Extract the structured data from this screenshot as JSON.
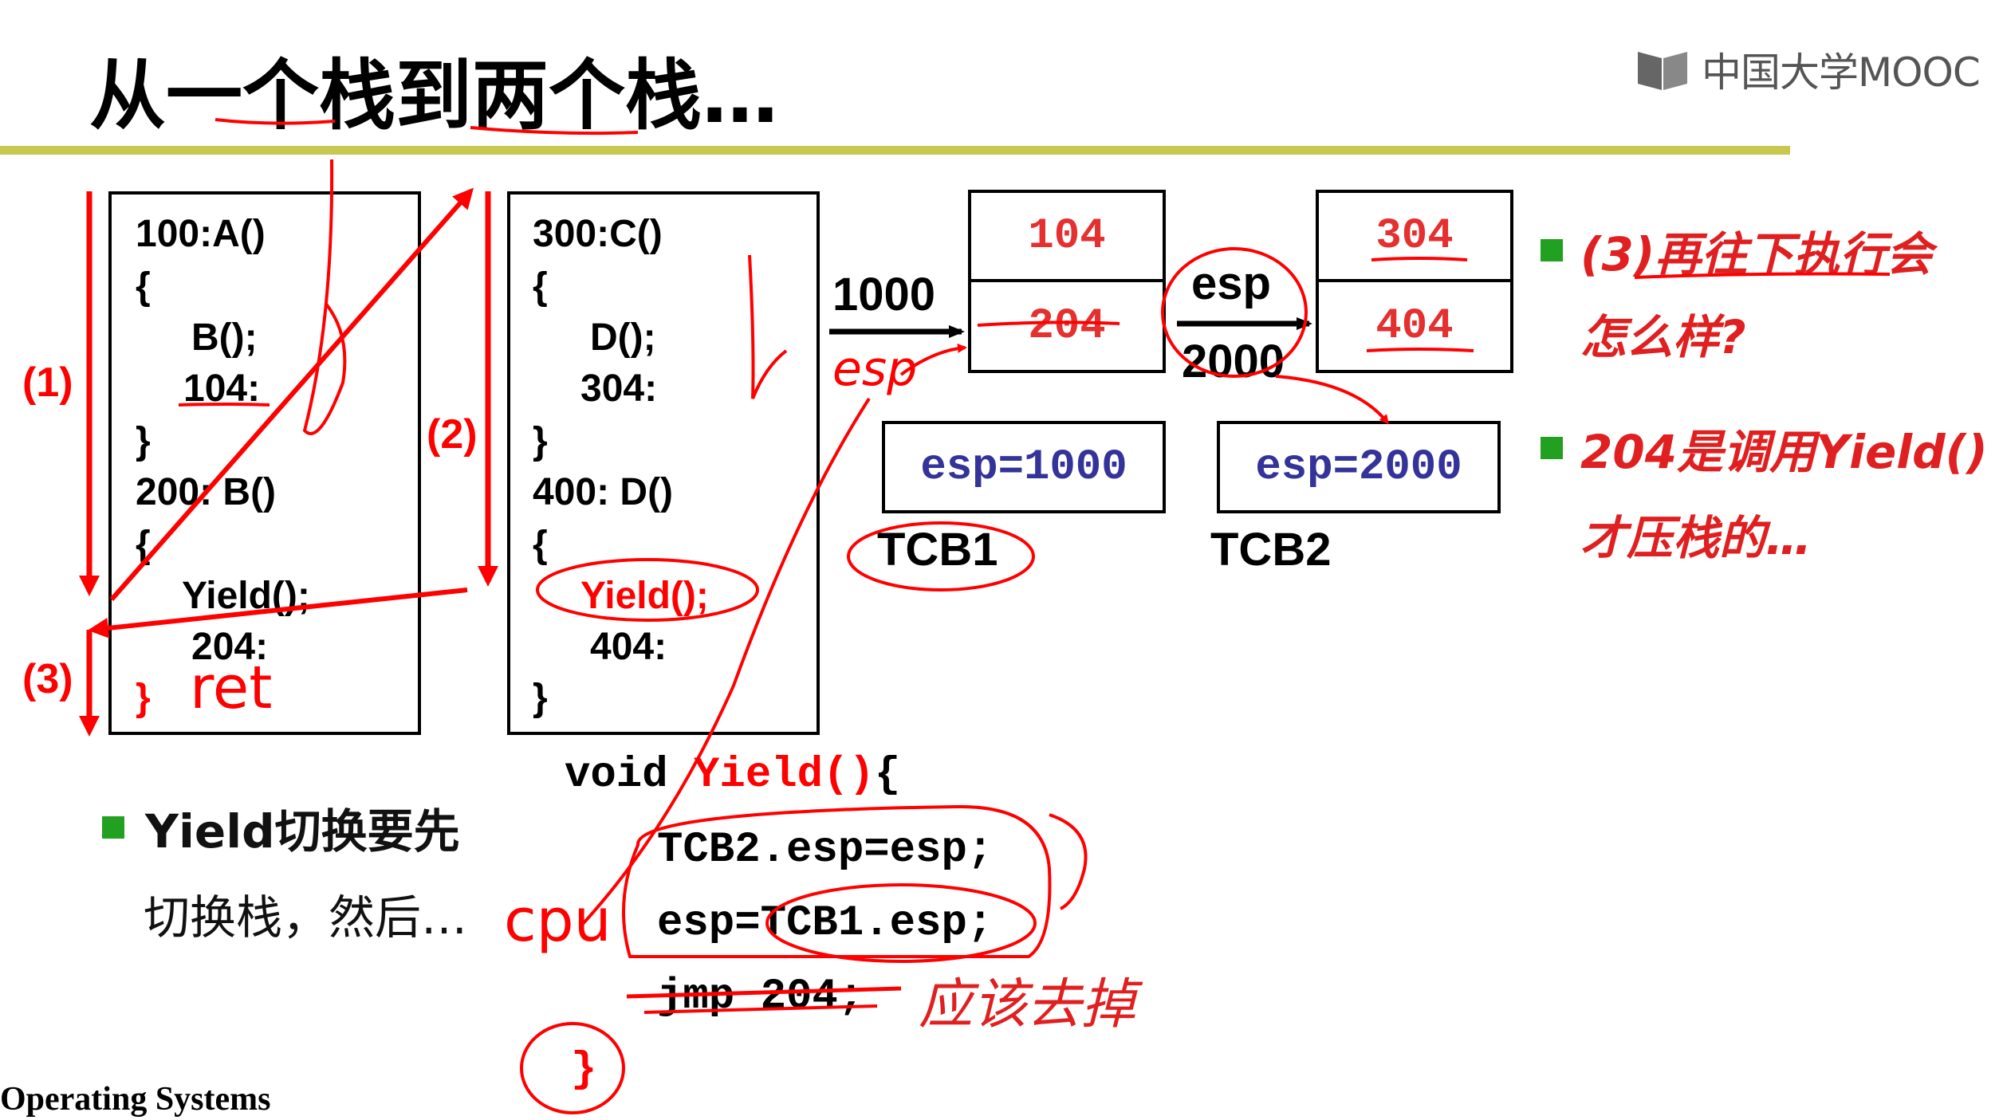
{
  "header": {
    "title": "从一个栈到两个栈…",
    "logo_text": "中国大学MOOC"
  },
  "labels": {
    "step1": "(1)",
    "step2": "(2)",
    "step3": "(3)"
  },
  "left_code": [
    "100:A()",
    "{",
    "B();",
    "104:",
    "}",
    "200: B()",
    "{",
    "Yield();",
    "204:",
    "}"
  ],
  "middle_code": [
    "300:C()",
    "{",
    "D();",
    "304:",
    "}",
    "400: D()",
    "{",
    "Yield();",
    "404:",
    "}"
  ],
  "stacks": {
    "stack1": {
      "address": "1000",
      "cells": [
        "104",
        "204"
      ]
    },
    "stack2": {
      "esp_label": "esp",
      "address": "2000",
      "cells": [
        "304",
        "404"
      ]
    }
  },
  "tcbs": [
    {
      "value": "esp=1000",
      "label": "TCB1"
    },
    {
      "value": "esp=2000",
      "label": "TCB2"
    }
  ],
  "yield_code": {
    "line1_prefix": "void ",
    "line1_name": "Yield()",
    "line1_suffix": "{",
    "lines": [
      "TCB2.esp=esp;",
      "esp=TCB1.esp;",
      "jmp 204;"
    ],
    "close": "}"
  },
  "annotations": {
    "remove_note": "应该去掉",
    "ret_note": "ret",
    "cpu_note": "cpu",
    "esp_note": "esp"
  },
  "notes": [
    {
      "lines": [
        "(3)再往下执行会",
        "怎么样?"
      ]
    },
    {
      "lines": [
        "204是调用Yield()",
        "才压栈的…"
      ]
    }
  ],
  "bottom_bullet": {
    "lines": [
      "Yield切换要先",
      "切换栈，然后…"
    ]
  },
  "footer": {
    "text": "Operating Systems"
  },
  "colors": {
    "accent_red": "#ff0000",
    "rule": "#c8c850",
    "bullet": "#22a022",
    "tcb_text": "#333399"
  }
}
